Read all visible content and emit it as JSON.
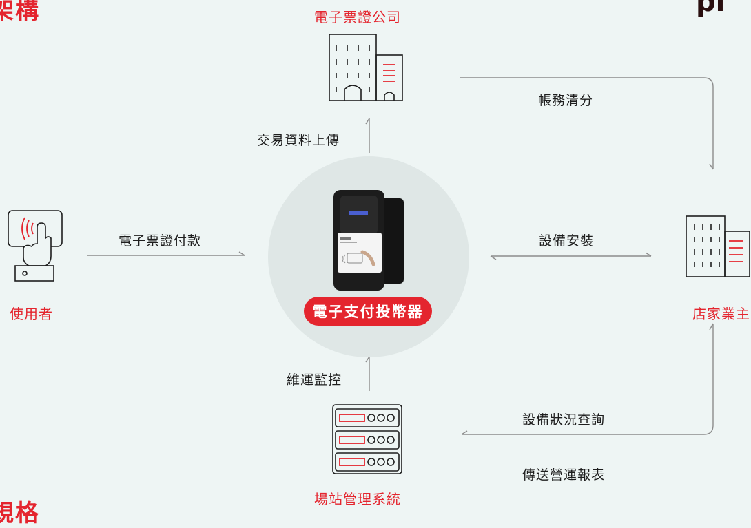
{
  "header": {
    "title_fragment": "架構",
    "brand_fragment": "pi"
  },
  "footer": {
    "title_fragment": "規格"
  },
  "nodes": {
    "ticket_company": "電子票證公司",
    "user": "使用者",
    "device": "電子支付投幣器",
    "merchant": "店家業主",
    "station_system": "場站管理系統"
  },
  "flows": {
    "clearing": "帳務清分",
    "upload": "交易資料上傳",
    "payment": "電子票證付款",
    "installation": "設備安裝",
    "maintenance": "維運監控",
    "status_query": "設備狀況查詢",
    "report": "傳送營運報表"
  },
  "colors": {
    "accent": "#e4252e",
    "background": "#eef5f4",
    "line": "#8c8c8c"
  }
}
